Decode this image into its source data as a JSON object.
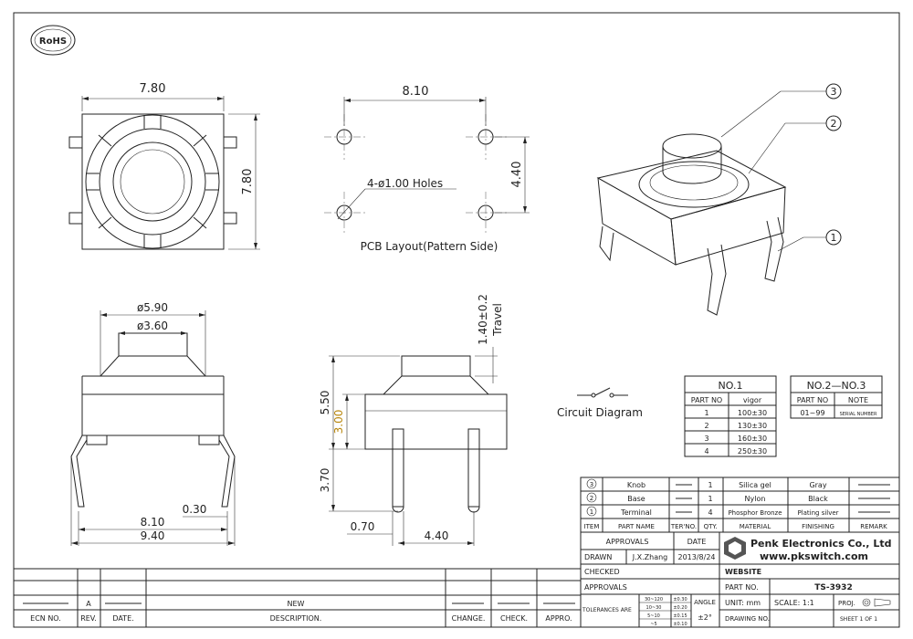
{
  "rohs": "RoHS",
  "top_view": {
    "width_dim": "7.80",
    "height_dim": "7.80"
  },
  "pcb_layout": {
    "spacing_h": "8.10",
    "spacing_v": "4.40",
    "holes_label": "4-ø1.00 Holes",
    "caption": "PCB Layout(Pattern Side)"
  },
  "front_view": {
    "outer_dia": "ø5.90",
    "inner_dia": "ø3.60",
    "pin_span": "8.10",
    "total_width": "9.40",
    "pin_offset": "0.30"
  },
  "side_view": {
    "travel": "1.40±0.2",
    "travel_label": "Travel",
    "height_total": "5.50",
    "height_body": "3.00",
    "pin_length": "3.70",
    "pin_width": "0.70",
    "pin_spacing": "4.40"
  },
  "isometric": {
    "callout_1": "1",
    "callout_2": "2",
    "callout_3": "3"
  },
  "circuit_label": "Circuit Diagram",
  "force_table": {
    "title": "NO.1",
    "headers": [
      "PART NO",
      "vigor"
    ],
    "rows": [
      [
        "1",
        "100±30"
      ],
      [
        "2",
        "130±30"
      ],
      [
        "3",
        "160±30"
      ],
      [
        "4",
        "250±30"
      ]
    ]
  },
  "serial_table": {
    "title": "NO.2—NO.3",
    "headers": [
      "PART NO",
      "NOTE"
    ],
    "rows": [
      [
        "01~99",
        "SERIAL NUMBER"
      ]
    ]
  },
  "bom": {
    "rows": [
      {
        "no": "3",
        "part": "Knob",
        "qty": "1",
        "material": "Silica gel",
        "finish": "Gray"
      },
      {
        "no": "2",
        "part": "Base",
        "qty": "1",
        "material": "Nylon",
        "finish": "Black"
      },
      {
        "no": "1",
        "part": "Terminal",
        "qty": "4",
        "material": "Phosphor Bronze",
        "finish": "Plating silver"
      }
    ],
    "headers": [
      "ITEM",
      "PART NAME",
      "TER'NO.",
      "QTY.",
      "MATERIAL",
      "FINISHING",
      "REMARK"
    ]
  },
  "title_block": {
    "approvals": "APPROVALS",
    "date": "DATE",
    "drawn": "DRAWN",
    "drawn_by": "J.X.Zhang",
    "drawn_date": "2013/8/24",
    "checked": "CHECKED",
    "approvals2": "APPROVALS",
    "tolerances": "TOLERANCES ARE",
    "tol_rows": [
      [
        "30~120",
        "±0.30"
      ],
      [
        "10~30",
        "±0.20"
      ],
      [
        "5~10",
        "±0.15"
      ],
      [
        "~5",
        "±0.10"
      ]
    ],
    "angle": "ANGLE",
    "angle_tol": "±2°",
    "company": "Penk Electronics Co., Ltd",
    "website_url": "www.pkswitch.com",
    "website": "WEBSITE",
    "part_no_label": "PART NO.",
    "part_no": "TS-3932",
    "unit": "UNIT: mm",
    "scale": "SCALE:   1:1",
    "proj": "PROJ.",
    "drawing_no": "DRAWING NO.",
    "sheet": "SHEET  1 OF 1"
  },
  "revision_block": {
    "rev": "A",
    "new": "NEW",
    "headers": [
      "ECN NO.",
      "REV.",
      "DATE.",
      "DESCRIPTION.",
      "CHANGE.",
      "CHECK.",
      "APPRO."
    ]
  }
}
